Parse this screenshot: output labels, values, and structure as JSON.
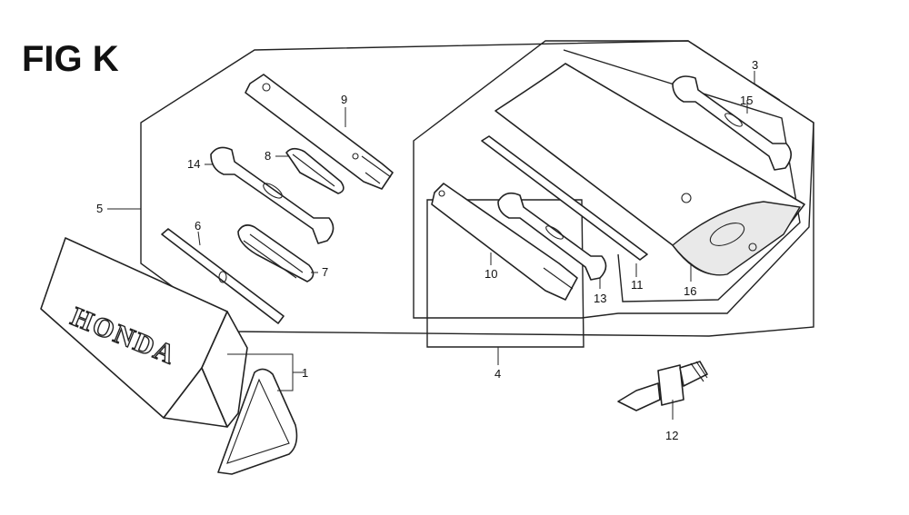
{
  "figure": {
    "title": "FIG K"
  },
  "brand_label": "HONDA",
  "callouts": {
    "c1": "1",
    "c3": "3",
    "c4": "4",
    "c5": "5",
    "c6": "6",
    "c7": "7",
    "c8": "8",
    "c9": "9",
    "c10": "10",
    "c11": "11",
    "c12": "12",
    "c13": "13",
    "c14": "14",
    "c15": "15",
    "c16": "16"
  }
}
